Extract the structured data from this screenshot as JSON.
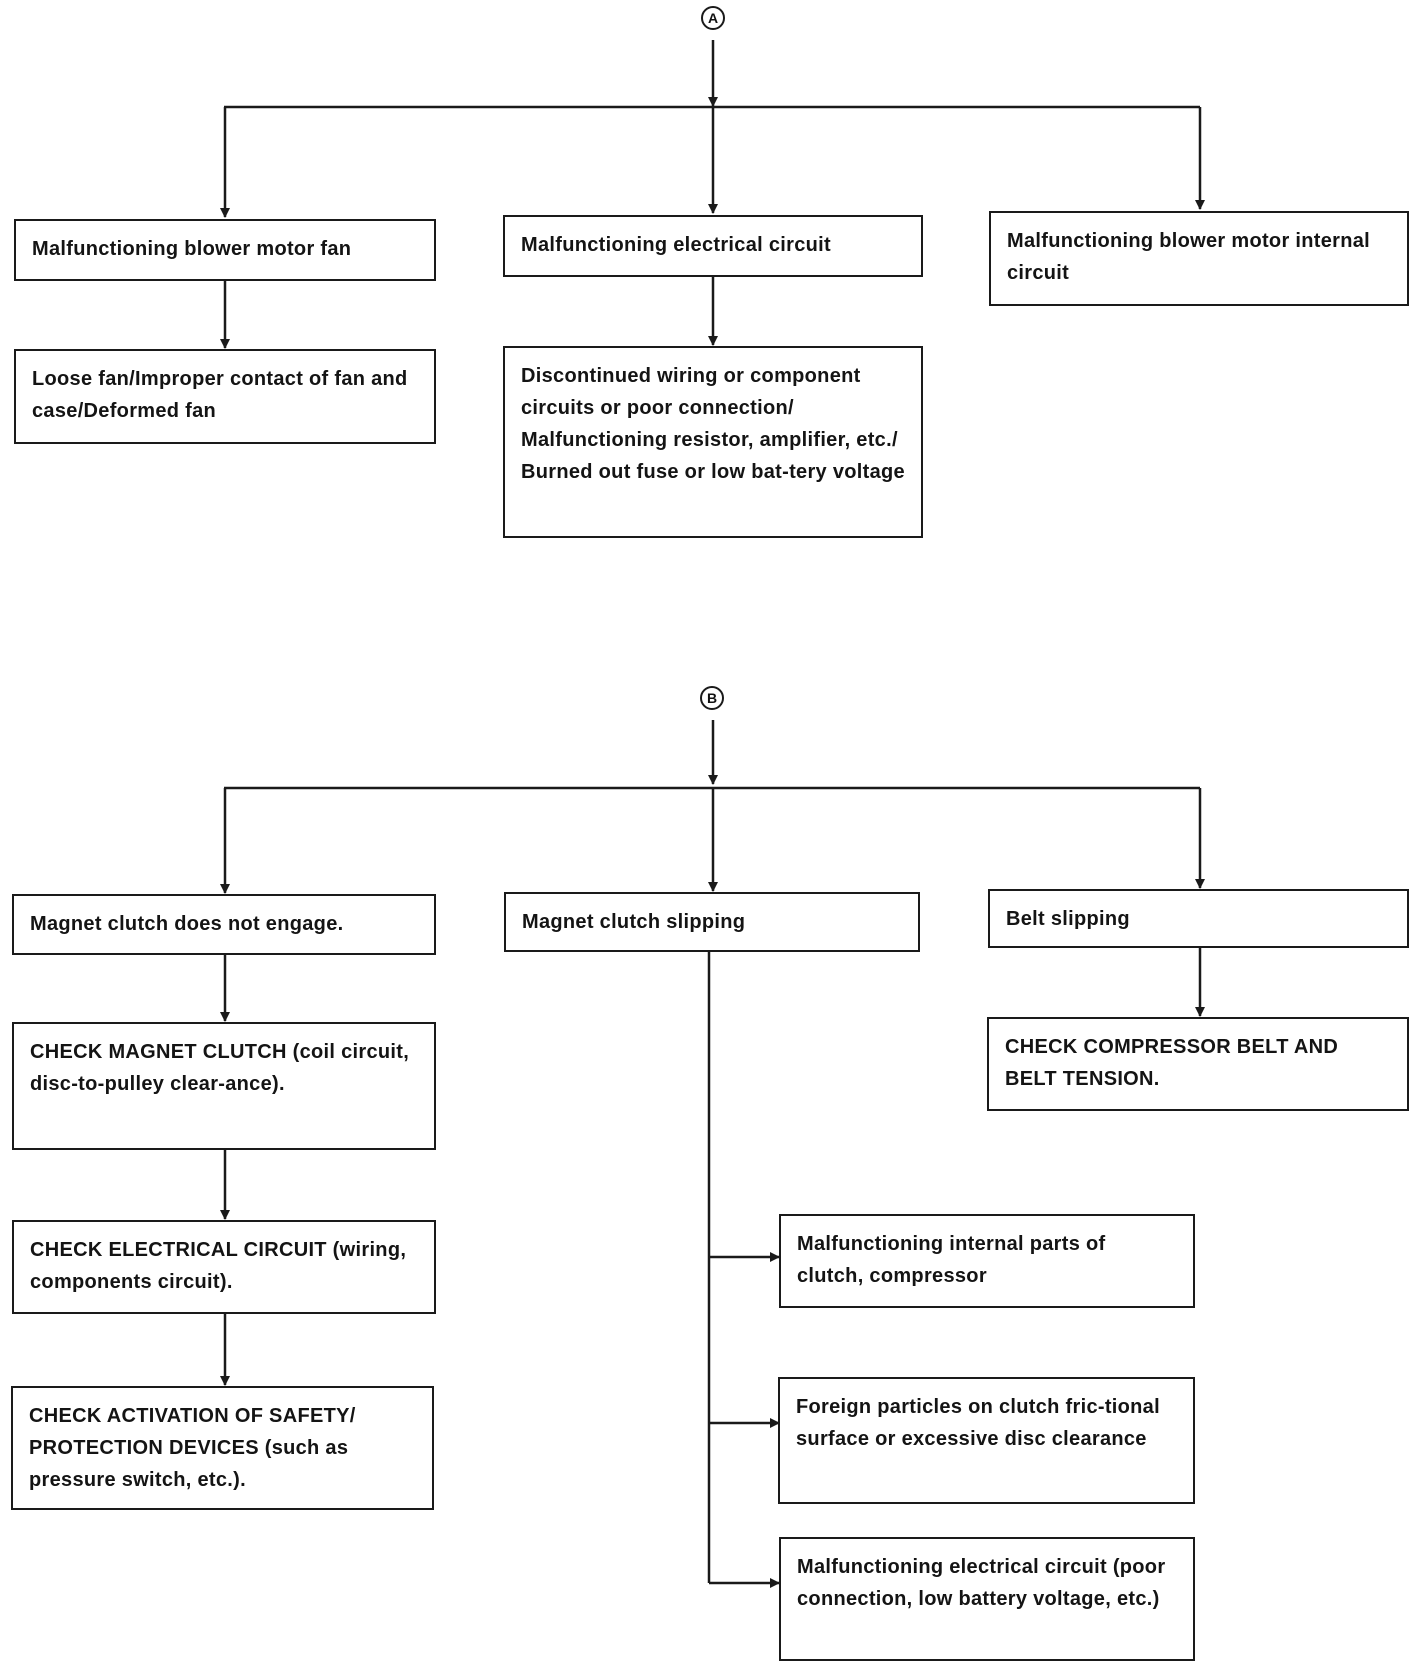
{
  "section_a": {
    "marker": "A",
    "boxes": {
      "blower_fan": "Malfunctioning blower motor fan",
      "loose_fan": "Loose fan/Improper contact of fan and case/Deformed fan",
      "electrical_circuit": "Malfunctioning electrical circuit",
      "discontinued_wiring": "Discontinued wiring or component circuits or poor connection/ Malfunctioning resistor, amplifier, etc./ Burned out fuse or low bat-tery voltage",
      "internal_circuit": "Malfunctioning blower motor internal circuit"
    }
  },
  "section_b": {
    "marker": "B",
    "boxes": {
      "not_engage": "Magnet clutch does not engage.",
      "check_magnet": "CHECK MAGNET CLUTCH (coil circuit, disc-to-pulley clear-ance).",
      "check_electrical": "CHECK ELECTRICAL CIRCUIT (wiring, components circuit).",
      "check_safety": "CHECK ACTIVATION OF SAFETY/ PROTECTION DEVICES (such as pressure switch, etc.).",
      "clutch_slipping": "Magnet clutch slipping",
      "internal_parts": "Malfunctioning internal parts of clutch, compressor",
      "foreign_particles": "Foreign particles on clutch fric-tional surface or excessive disc clearance",
      "electrical_circuit_b": "Malfunctioning electrical circuit (poor connection, low battery voltage, etc.)",
      "belt_slipping": "Belt slipping",
      "check_belt": "CHECK COMPRESSOR BELT AND BELT TENSION."
    }
  }
}
